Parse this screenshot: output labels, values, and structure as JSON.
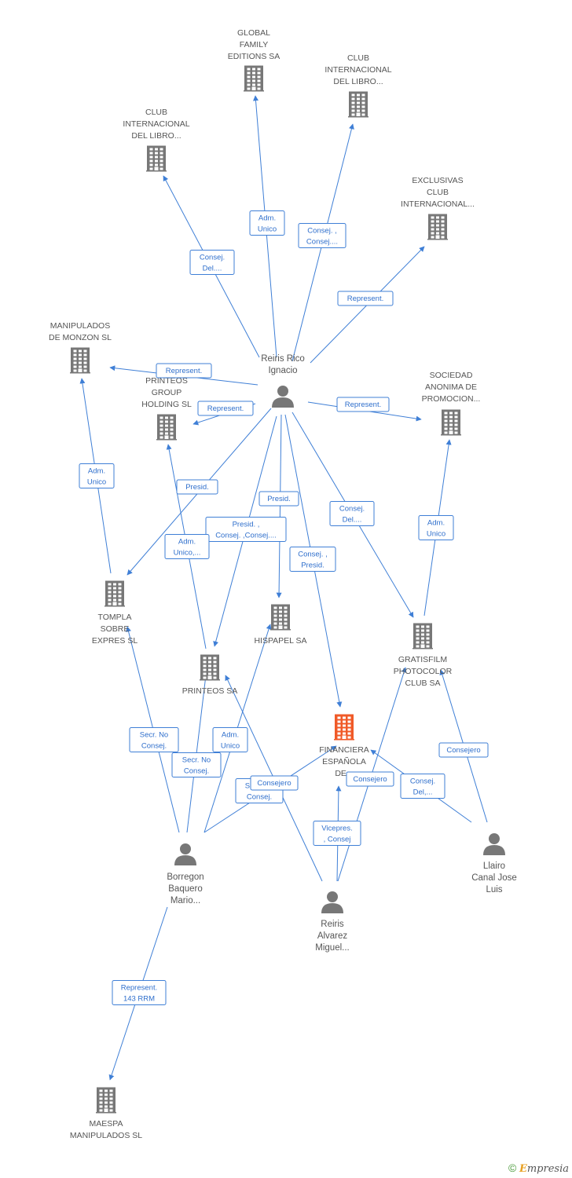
{
  "colors": {
    "edge": "#3f7fd6",
    "building": "#777777",
    "focus": "#f05a28",
    "person": "#777777"
  },
  "nodes": [
    {
      "id": "global",
      "type": "company",
      "label": [
        "GLOBAL",
        "FAMILY",
        "EDITIONS SA"
      ]
    },
    {
      "id": "club1",
      "type": "company",
      "label": [
        "CLUB",
        "INTERNACIONAL",
        "DEL LIBRO..."
      ]
    },
    {
      "id": "club2",
      "type": "company",
      "label": [
        "CLUB",
        "INTERNACIONAL",
        "DEL LIBRO..."
      ]
    },
    {
      "id": "exclusivas",
      "type": "company",
      "label": [
        "EXCLUSIVAS",
        "CLUB",
        "INTERNACIONAL..."
      ]
    },
    {
      "id": "manipulados",
      "type": "company",
      "label": [
        "MANIPULADOS",
        "DE MONZON SL"
      ]
    },
    {
      "id": "printeosgroup",
      "type": "company",
      "label": [
        "PRINTEOS",
        "GROUP",
        "HOLDING SL"
      ]
    },
    {
      "id": "sociedad",
      "type": "company",
      "label": [
        "SOCIEDAD",
        "ANONIMA DE",
        "PROMOCION..."
      ]
    },
    {
      "id": "tompla",
      "type": "company",
      "label": [
        "TOMPLA",
        "SOBRE",
        "EXPRES SL"
      ]
    },
    {
      "id": "hispapel",
      "type": "company",
      "label": [
        "HISPAPEL SA"
      ]
    },
    {
      "id": "printeos",
      "type": "company",
      "label": [
        "PRINTEOS SA"
      ]
    },
    {
      "id": "gratisfilm",
      "type": "company",
      "label": [
        "GRATISFILM",
        "PHOTOCOLOR",
        "CLUB SA"
      ]
    },
    {
      "id": "financiera",
      "type": "focus",
      "label": [
        "FINANCIERA",
        "ESPAÑOLA",
        "DE..."
      ]
    },
    {
      "id": "maespa",
      "type": "company",
      "label": [
        "MAESPA",
        "MANIPULADOS SL"
      ]
    },
    {
      "id": "reiris",
      "type": "person",
      "label": [
        "Reiris Rico",
        "Ignacio"
      ]
    },
    {
      "id": "borregon",
      "type": "person",
      "label": [
        "Borregon",
        "Baquero",
        "Mario..."
      ]
    },
    {
      "id": "reirisalv",
      "type": "person",
      "label": [
        "Reiris",
        "Alvarez",
        "Miguel..."
      ]
    },
    {
      "id": "llairo",
      "type": "person",
      "label": [
        "Llairo",
        "Canal Jose",
        "Luis"
      ]
    }
  ],
  "edges": [
    {
      "from": "reiris",
      "to": "global",
      "label": [
        "Adm.",
        "Unico"
      ]
    },
    {
      "from": "reiris",
      "to": "club2",
      "label": [
        "Consej. ,",
        "Consej...."
      ]
    },
    {
      "from": "reiris",
      "to": "club1",
      "label": [
        "Consej.",
        "Del...."
      ]
    },
    {
      "from": "reiris",
      "to": "exclusivas",
      "label": [
        "Represent."
      ]
    },
    {
      "from": "reiris",
      "to": "manipulados",
      "label": [
        "Represent."
      ]
    },
    {
      "from": "reiris",
      "to": "printeosgroup",
      "label": [
        "Represent."
      ]
    },
    {
      "from": "reiris",
      "to": "sociedad",
      "label": [
        "Represent."
      ]
    },
    {
      "from": "reiris",
      "to": "tompla",
      "label": [
        "Presid."
      ]
    },
    {
      "from": "reiris",
      "to": "hispapel",
      "label": [
        "Presid."
      ]
    },
    {
      "from": "reiris",
      "to": "printeos",
      "label": [
        "Presid. ,",
        "Consej. ,Consej...."
      ]
    },
    {
      "from": "reiris",
      "to": "financiera",
      "label": [
        "Consej. ,",
        "Presid."
      ]
    },
    {
      "from": "reiris",
      "to": "gratisfilm",
      "label": [
        "Consej.",
        "Del...."
      ]
    },
    {
      "from": "tompla",
      "to": "manipulados",
      "label": [
        "Adm.",
        "Unico"
      ]
    },
    {
      "from": "printeos",
      "to": "printeosgroup",
      "label": [
        "Adm.",
        "Unico,..."
      ]
    },
    {
      "from": "gratisfilm",
      "to": "sociedad",
      "label": [
        "Adm.",
        "Unico"
      ]
    },
    {
      "from": "borregon",
      "to": "tompla",
      "label": [
        "Secr.  No",
        "Consej."
      ]
    },
    {
      "from": "borregon",
      "to": "printeos",
      "label": [
        "Secr.  No",
        "Consej."
      ]
    },
    {
      "from": "borregon",
      "to": "hispapel",
      "label": [
        "Adm.",
        "Unico"
      ]
    },
    {
      "from": "borregon",
      "to": "financiera",
      "label": [
        "Secr.  No",
        "Consej."
      ]
    },
    {
      "from": "borregon",
      "to": "maespa",
      "label": [
        "Represent.",
        "143 RRM"
      ]
    },
    {
      "from": "reirisalv",
      "to": "printeos",
      "label": [
        "Consejero"
      ]
    },
    {
      "from": "reirisalv",
      "to": "financiera",
      "label": [
        "Vicepres.",
        ", Consej"
      ]
    },
    {
      "from": "reirisalv",
      "to": "gratisfilm",
      "label": [
        "Consejero"
      ]
    },
    {
      "from": "llairo",
      "to": "financiera",
      "label": [
        "Consej.",
        "Del,..."
      ]
    },
    {
      "from": "llairo",
      "to": "gratisfilm",
      "label": [
        "Consejero"
      ]
    }
  ],
  "footer": {
    "copyright": "©",
    "brand_initial": "E",
    "brand_rest": "mpresia"
  }
}
